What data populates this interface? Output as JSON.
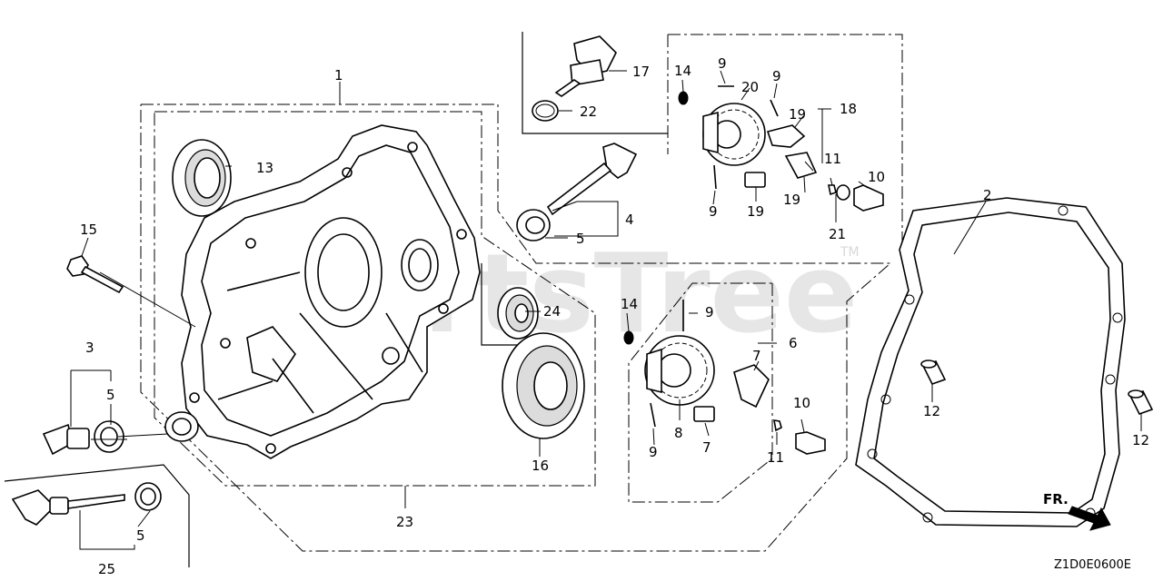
{
  "watermark": {
    "text": "PartsTree",
    "trademark": "TM"
  },
  "diagram_code": "Z1D0E0600E",
  "front_indicator": {
    "label": "FR."
  },
  "callouts": {
    "c1": "1",
    "c2": "2",
    "c3": "3",
    "c4": "4",
    "c5a": "5",
    "c5b": "5",
    "c5c": "5",
    "c6": "6",
    "c7a": "7",
    "c7b": "7",
    "c8": "8",
    "c9a": "9",
    "c9b": "9",
    "c9c": "9",
    "c9d": "9",
    "c9e": "9",
    "c10a": "10",
    "c10b": "10",
    "c11a": "11",
    "c11b": "11",
    "c12a": "12",
    "c12b": "12",
    "c13": "13",
    "c14a": "14",
    "c14b": "14",
    "c15": "15",
    "c16": "16",
    "c17": "17",
    "c18": "18",
    "c19a": "19",
    "c19b": "19",
    "c19c": "19",
    "c20": "20",
    "c21": "21",
    "c22": "22",
    "c23": "23",
    "c24": "24",
    "c25": "25"
  },
  "icons": {
    "crankcase_cover": "crankcase-cover-icon",
    "gasket": "gasket-icon",
    "oil_seal": "oil-seal-icon",
    "bearing": "ball-bearing-icon",
    "governor_gear": "governor-gear-icon",
    "dipstick": "oil-dipstick-icon",
    "bolt": "flange-bolt-icon",
    "dowel_pin": "dowel-pin-icon",
    "front_arrow": "arrow-right-icon"
  }
}
